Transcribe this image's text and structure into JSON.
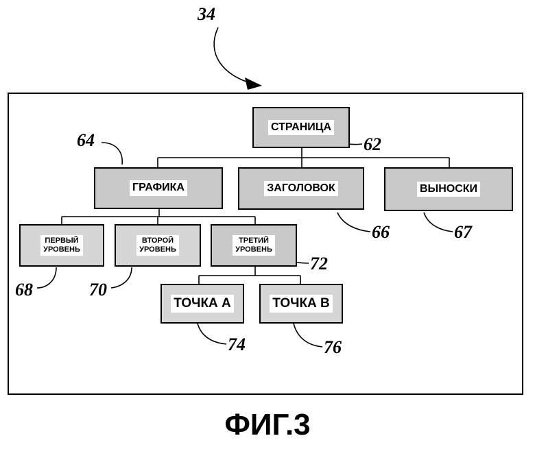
{
  "figure_ref": "34",
  "caption": "ФИГ.3",
  "nodes": {
    "page": {
      "label": "СТРАНИЦА",
      "ref": "62"
    },
    "graphics": {
      "label": "ГРАФИКА",
      "ref": "64"
    },
    "heading": {
      "label": "ЗАГОЛОВОК",
      "ref": "66"
    },
    "callouts": {
      "label": "ВЫНОСКИ",
      "ref": "67"
    },
    "level1": {
      "label_line1": "ПЕРВЫЙ",
      "label_line2": "УРОВЕНЬ",
      "ref": "68"
    },
    "level2": {
      "label_line1": "ВТОРОЙ",
      "label_line2": "УРОВЕНЬ",
      "ref": "70"
    },
    "level3": {
      "label_line1": "ТРЕТИЙ",
      "label_line2": "УРОВЕНЬ",
      "ref": "72"
    },
    "pointA": {
      "label": "ТОЧКА А",
      "ref": "74"
    },
    "pointB": {
      "label": "ТОЧКА В",
      "ref": "76"
    }
  }
}
